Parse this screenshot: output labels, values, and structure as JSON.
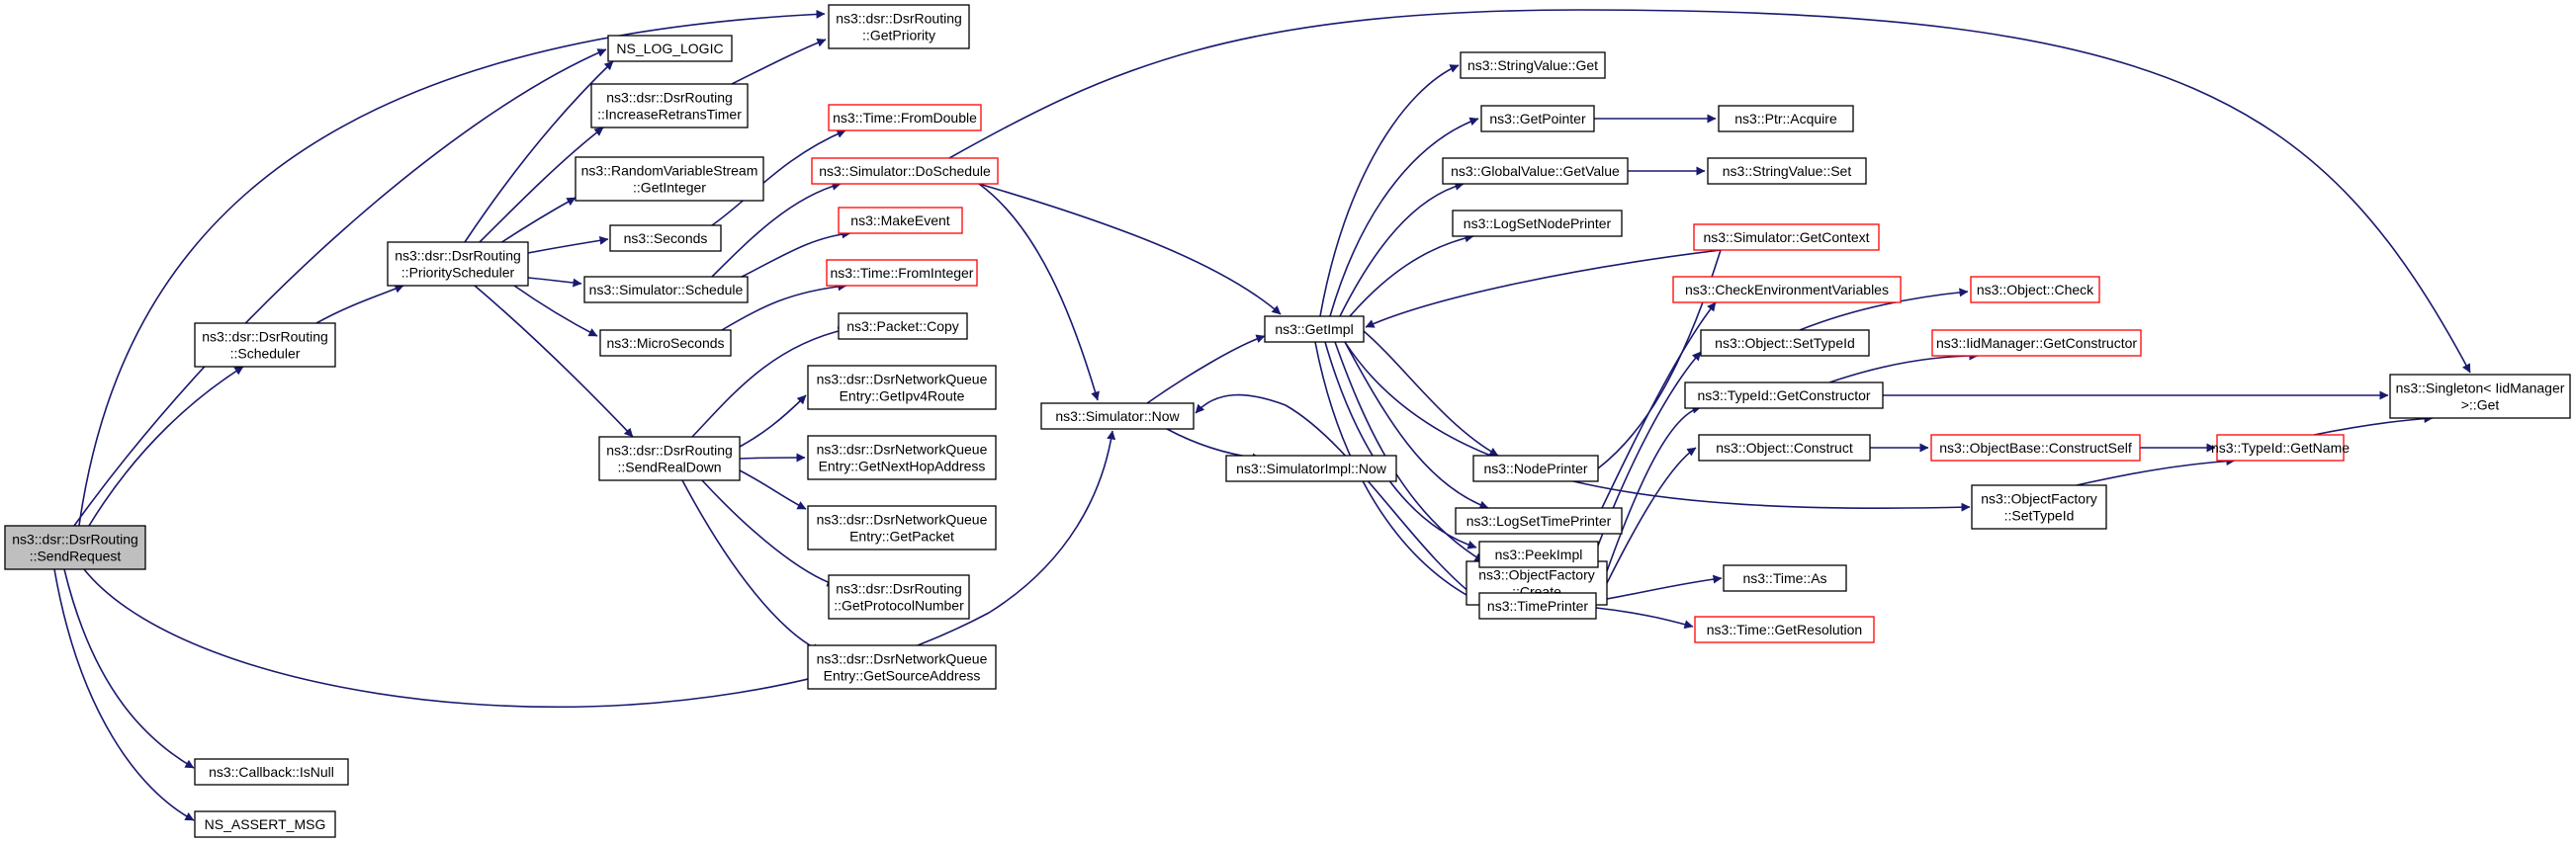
{
  "diagram": {
    "nodes": [
      {
        "id": "sendrequest",
        "lines": [
          "ns3::dsr::DsrRouting",
          "::SendRequest"
        ],
        "style": "root"
      },
      {
        "id": "getpriority",
        "lines": [
          "ns3::dsr::DsrRouting",
          "::GetPriority"
        ],
        "style": "normal"
      },
      {
        "id": "ns_log_logic",
        "lines": [
          "NS_LOG_LOGIC"
        ],
        "style": "normal"
      },
      {
        "id": "increaseretrans",
        "lines": [
          "ns3::dsr::DsrRouting",
          "::IncreaseRetransTimer"
        ],
        "style": "normal"
      },
      {
        "id": "rvs_getinteger",
        "lines": [
          "ns3::RandomVariableStream",
          "::GetInteger"
        ],
        "style": "normal"
      },
      {
        "id": "seconds",
        "lines": [
          "ns3::Seconds"
        ],
        "style": "normal"
      },
      {
        "id": "priorityscheduler",
        "lines": [
          "ns3::dsr::DsrRouting",
          "::PriorityScheduler"
        ],
        "style": "normal"
      },
      {
        "id": "sim_schedule",
        "lines": [
          "ns3::Simulator::Schedule"
        ],
        "style": "normal"
      },
      {
        "id": "microseconds",
        "lines": [
          "ns3::MicroSeconds"
        ],
        "style": "normal"
      },
      {
        "id": "scheduler",
        "lines": [
          "ns3::dsr::DsrRouting",
          "::Scheduler"
        ],
        "style": "normal"
      },
      {
        "id": "sendrealdown",
        "lines": [
          "ns3::dsr::DsrRouting",
          "::SendRealDown"
        ],
        "style": "normal"
      },
      {
        "id": "callback_isnull",
        "lines": [
          "ns3::Callback::IsNull"
        ],
        "style": "normal"
      },
      {
        "id": "ns_assert_msg",
        "lines": [
          "NS_ASSERT_MSG"
        ],
        "style": "normal"
      },
      {
        "id": "time_fromdouble",
        "lines": [
          "ns3::Time::FromDouble"
        ],
        "style": "red"
      },
      {
        "id": "sim_doschedule",
        "lines": [
          "ns3::Simulator::DoSchedule"
        ],
        "style": "red"
      },
      {
        "id": "makeevent",
        "lines": [
          "ns3::MakeEvent"
        ],
        "style": "red"
      },
      {
        "id": "time_frominteger",
        "lines": [
          "ns3::Time::FromInteger"
        ],
        "style": "red"
      },
      {
        "id": "packet_copy",
        "lines": [
          "ns3::Packet::Copy"
        ],
        "style": "normal"
      },
      {
        "id": "getipv4route",
        "lines": [
          "ns3::dsr::DsrNetworkQueue",
          "Entry::GetIpv4Route"
        ],
        "style": "normal"
      },
      {
        "id": "getnexthop",
        "lines": [
          "ns3::dsr::DsrNetworkQueue",
          "Entry::GetNextHopAddress"
        ],
        "style": "normal"
      },
      {
        "id": "getpacket",
        "lines": [
          "ns3::dsr::DsrNetworkQueue",
          "Entry::GetPacket"
        ],
        "style": "normal"
      },
      {
        "id": "getprotocolnumber",
        "lines": [
          "ns3::dsr::DsrRouting",
          "::GetProtocolNumber"
        ],
        "style": "normal"
      },
      {
        "id": "getsourceaddress",
        "lines": [
          "ns3::dsr::DsrNetworkQueue",
          "Entry::GetSourceAddress"
        ],
        "style": "normal"
      },
      {
        "id": "sim_now",
        "lines": [
          "ns3::Simulator::Now"
        ],
        "style": "normal"
      },
      {
        "id": "simimpl_now",
        "lines": [
          "ns3::SimulatorImpl::Now"
        ],
        "style": "normal"
      },
      {
        "id": "getimpl",
        "lines": [
          "ns3::GetImpl"
        ],
        "style": "normal"
      },
      {
        "id": "stringvalue_get",
        "lines": [
          "ns3::StringValue::Get"
        ],
        "style": "normal"
      },
      {
        "id": "getpointer",
        "lines": [
          "ns3::GetPointer"
        ],
        "style": "normal"
      },
      {
        "id": "globalvalue_getvalue",
        "lines": [
          "ns3::GlobalValue::GetValue"
        ],
        "style": "normal"
      },
      {
        "id": "logsetnodeprinter",
        "lines": [
          "ns3::LogSetNodePrinter"
        ],
        "style": "normal"
      },
      {
        "id": "nodeprinter",
        "lines": [
          "ns3::NodePrinter"
        ],
        "style": "normal"
      },
      {
        "id": "logsettimeprinter",
        "lines": [
          "ns3::LogSetTimePrinter"
        ],
        "style": "normal"
      },
      {
        "id": "objectfactory_create",
        "lines": [
          "ns3::ObjectFactory",
          "::Create"
        ],
        "style": "normal"
      },
      {
        "id": "peekimpl",
        "lines": [
          "ns3::PeekImpl"
        ],
        "style": "normal"
      },
      {
        "id": "timeprinter",
        "lines": [
          "ns3::TimePrinter"
        ],
        "style": "normal"
      },
      {
        "id": "ptr_acquire",
        "lines": [
          "ns3::Ptr::Acquire"
        ],
        "style": "normal"
      },
      {
        "id": "stringvalue_set",
        "lines": [
          "ns3::StringValue::Set"
        ],
        "style": "normal"
      },
      {
        "id": "sim_getcontext",
        "lines": [
          "ns3::Simulator::GetContext"
        ],
        "style": "red"
      },
      {
        "id": "checkenvvars",
        "lines": [
          "ns3::CheckEnvironmentVariables"
        ],
        "style": "red"
      },
      {
        "id": "object_settypeid",
        "lines": [
          "ns3::Object::SetTypeId"
        ],
        "style": "normal"
      },
      {
        "id": "typeid_getconstructor",
        "lines": [
          "ns3::TypeId::GetConstructor"
        ],
        "style": "normal"
      },
      {
        "id": "object_construct",
        "lines": [
          "ns3::Object::Construct"
        ],
        "style": "normal"
      },
      {
        "id": "objectfactory_settypeid",
        "lines": [
          "ns3::ObjectFactory",
          "::SetTypeId"
        ],
        "style": "normal"
      },
      {
        "id": "time_as",
        "lines": [
          "ns3::Time::As"
        ],
        "style": "normal"
      },
      {
        "id": "time_getresolution",
        "lines": [
          "ns3::Time::GetResolution"
        ],
        "style": "red"
      },
      {
        "id": "object_check",
        "lines": [
          "ns3::Object::Check"
        ],
        "style": "red"
      },
      {
        "id": "iidmanager_getconstructor",
        "lines": [
          "ns3::IidManager::GetConstructor"
        ],
        "style": "red"
      },
      {
        "id": "objectbase_constructself",
        "lines": [
          "ns3::ObjectBase::ConstructSelf"
        ],
        "style": "red"
      },
      {
        "id": "typeid_getname",
        "lines": [
          "ns3::TypeId::GetName"
        ],
        "style": "red"
      },
      {
        "id": "singleton_get",
        "lines": [
          "ns3::Singleton< IidManager",
          ">::Get"
        ],
        "style": "normal"
      }
    ]
  }
}
